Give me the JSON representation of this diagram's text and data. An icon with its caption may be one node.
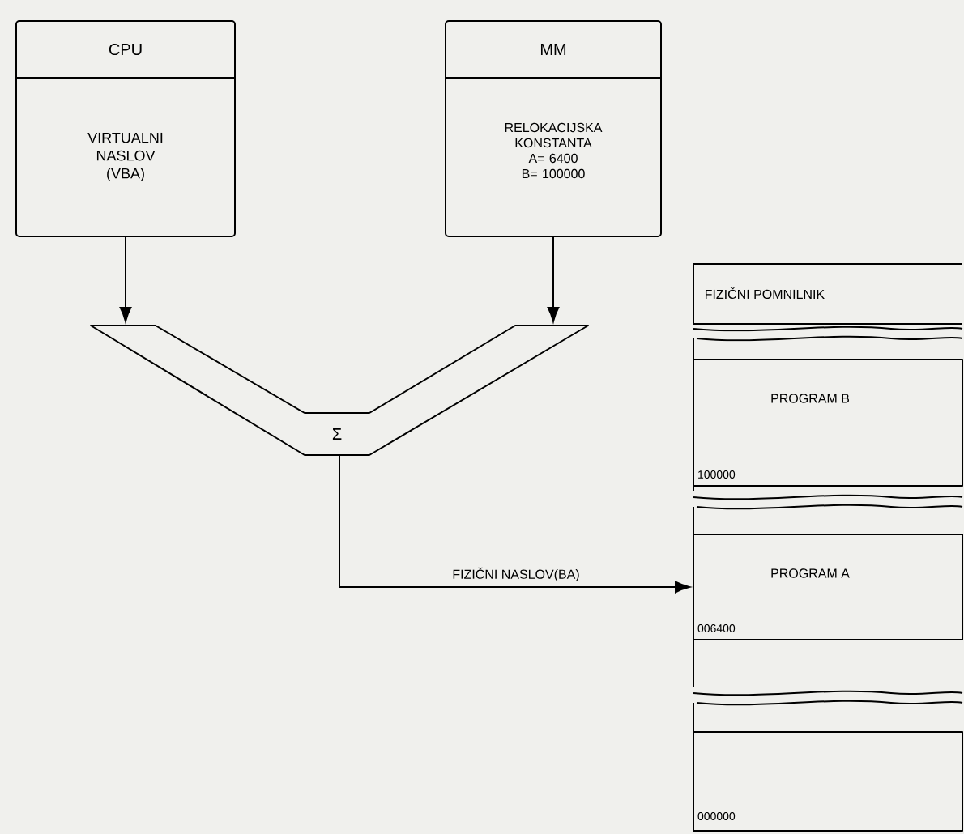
{
  "diagram": {
    "nodes": [
      {
        "text": [
          "CPU",
          "VIRTUALNI NASLOV (VBA)"
        ]
      },
      {
        "text": [
          "MM",
          "RELOKACIJSKA KONSTANTA",
          "A= 6400",
          "B= 100000"
        ]
      },
      {
        "text": [
          "Σ"
        ]
      },
      {
        "text": [
          "FIZIČNI POMNILNIK"
        ]
      },
      {
        "text": [
          "PROGRAM B",
          "100000"
        ]
      },
      {
        "text": [
          "PROGRAM A",
          "006400"
        ]
      },
      {
        "text": [
          "000000"
        ]
      }
    ],
    "edges": [
      {
        "from": 0,
        "to": 2,
        "arrow": "to"
      },
      {
        "from": 1,
        "to": 2,
        "arrow": "to"
      },
      {
        "from": 2,
        "to": 5,
        "arrow": "to",
        "label": "FIZIČNI NASLOV(BA)"
      }
    ]
  }
}
